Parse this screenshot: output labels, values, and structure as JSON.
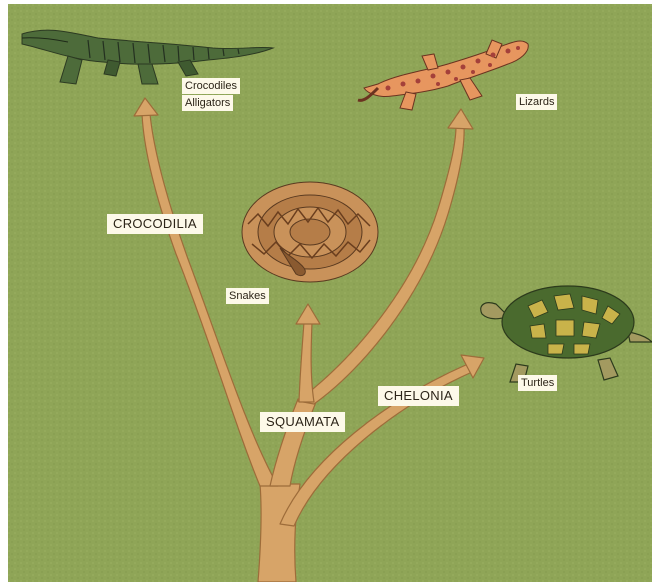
{
  "groups": {
    "crocodilia": "CROCODILIA",
    "squamata": "SQUAMATA",
    "chelonia": "CHELONIA"
  },
  "animals": {
    "crocodiles": "Crocodiles",
    "alligators": "Alligators",
    "lizards": "Lizards",
    "snakes": "Snakes",
    "turtles": "Turtles"
  },
  "colors": {
    "background": "#8fa557",
    "branch": "#d7a468",
    "branch_outline": "#9d6c3a",
    "label_bg": "#fdf9e9"
  }
}
